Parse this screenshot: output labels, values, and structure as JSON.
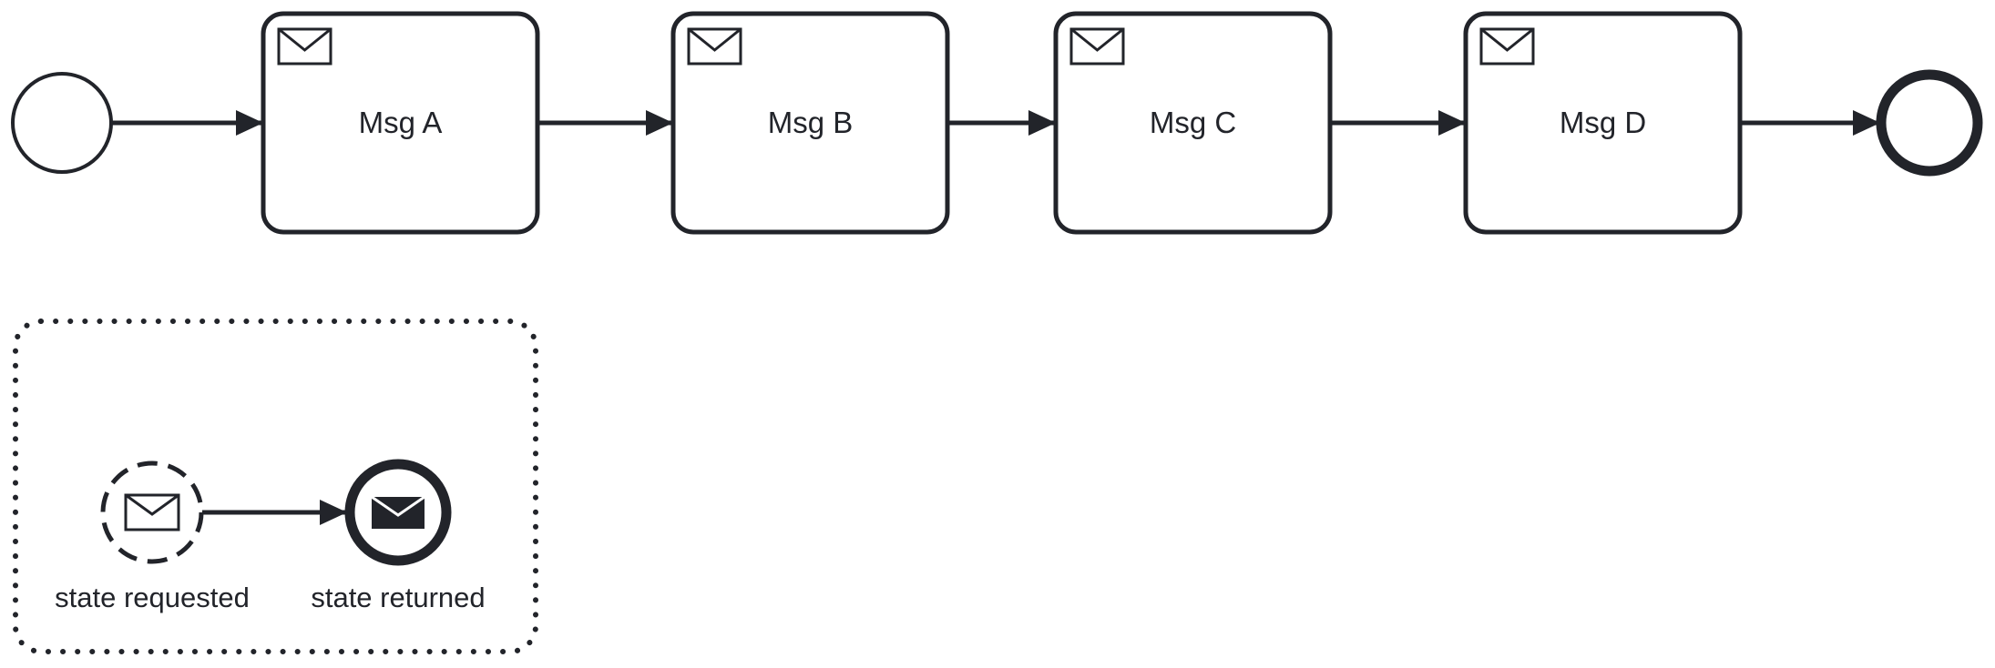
{
  "diagram": {
    "colors": {
      "stroke": "#22242a",
      "background": "#ffffff"
    },
    "start_event": {
      "type": "start-event"
    },
    "tasks": [
      {
        "label": "Msg A",
        "icon": "envelope-icon"
      },
      {
        "label": "Msg B",
        "icon": "envelope-icon"
      },
      {
        "label": "Msg C",
        "icon": "envelope-icon"
      },
      {
        "label": "Msg D",
        "icon": "envelope-icon"
      }
    ],
    "end_event": {
      "type": "end-event"
    },
    "subprocess": {
      "style": "dotted",
      "events": [
        {
          "label": "state requested",
          "type": "non-interrupting-message-start-event",
          "icon": "envelope-outline-icon"
        },
        {
          "label": "state returned",
          "type": "message-end-event",
          "icon": "envelope-filled-icon"
        }
      ]
    }
  }
}
